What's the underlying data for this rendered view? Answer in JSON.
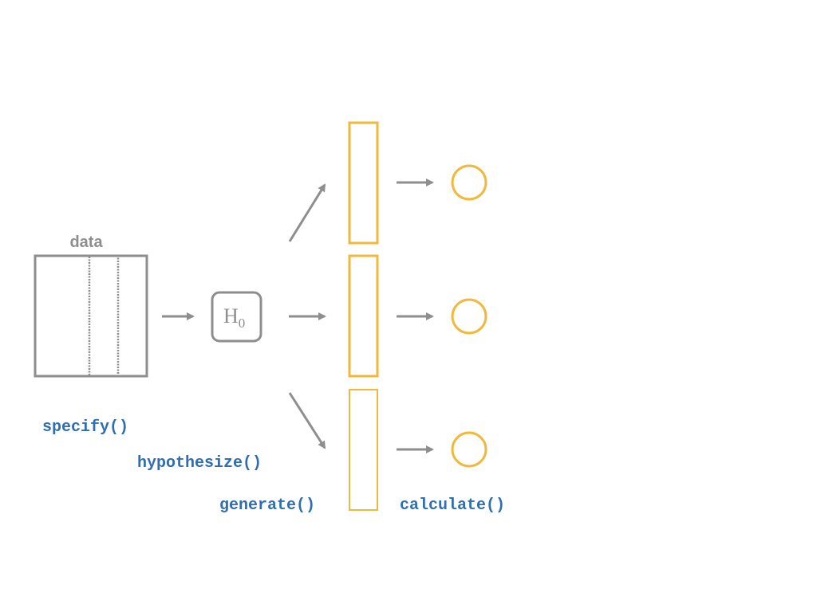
{
  "data_label": "data",
  "hypothesis": {
    "symbol": "H",
    "subscript": "0"
  },
  "functions": {
    "specify": "specify()",
    "hypothesize": "hypothesize()",
    "generate": "generate()",
    "calculate": "calculate()"
  },
  "colors": {
    "gray": "#8e8e8e",
    "yellow": "#f0b93b",
    "blue": "#2f6eb2"
  },
  "icons": [
    "arrow-icon",
    "circle-icon"
  ]
}
